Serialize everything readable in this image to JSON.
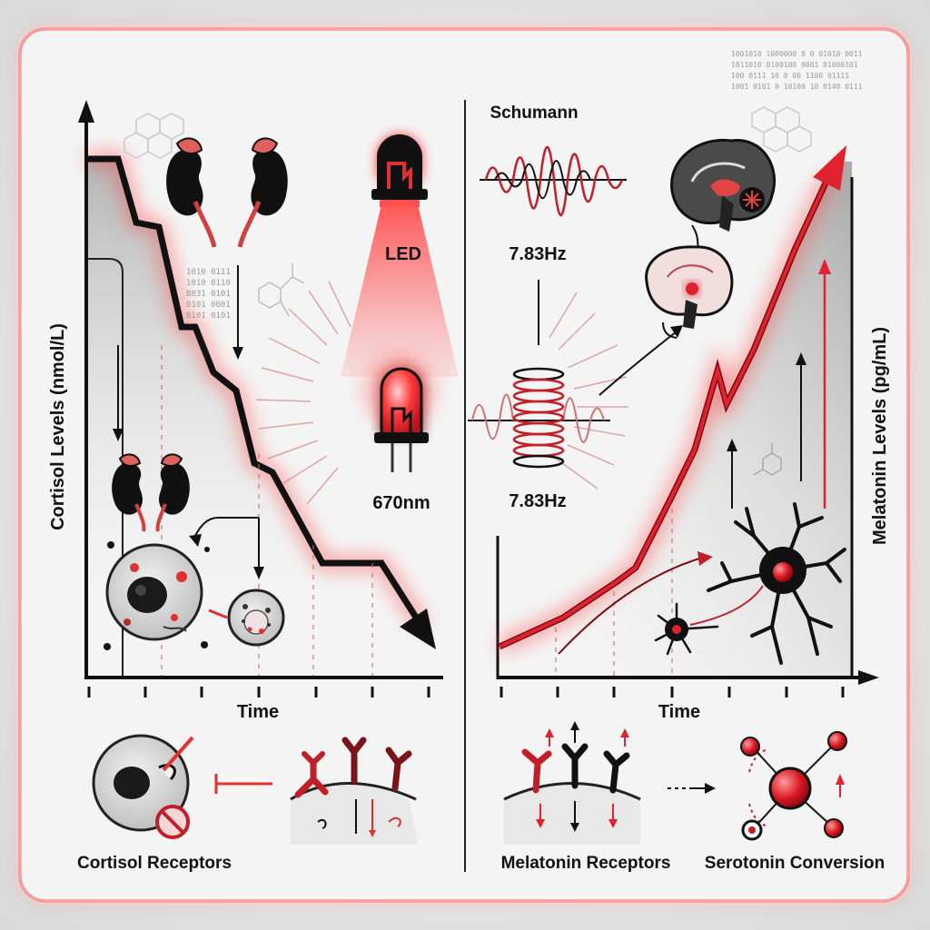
{
  "left_panel": {
    "y_axis_label": "Cortisol Levels (nmol/L)",
    "x_axis_label": "Time",
    "receptors_caption": "Cortisol Receptors"
  },
  "right_panel": {
    "y_axis_label": "Melatonin Levels (pg/mL)",
    "x_axis_label": "Time",
    "receptors_caption": "Melatonin Receptors",
    "conversion_caption": "Serotonin Conversion"
  },
  "center": {
    "led_label": "LED",
    "wavelength_label": "670nm",
    "schumann_label": "Schumann",
    "frequency_label_top": "7.83Hz",
    "frequency_label_coil": "7.83Hz"
  },
  "binary_left": [
    "1010 0111",
    "1010 0110",
    "B831 0101",
    "0101 0001",
    "B101 0101"
  ],
  "binary_right": [
    "1001010 1000000 8 0 01010 0011",
    "1011010 0100100 0001 01000101",
    "100 0111 10 0 00 1100 01111",
    "1001 0101 0 10100 10 0140 0111"
  ],
  "colors": {
    "accent_red": "#e0232f",
    "dark": "#111111",
    "grey": "#bdbdbd"
  }
}
